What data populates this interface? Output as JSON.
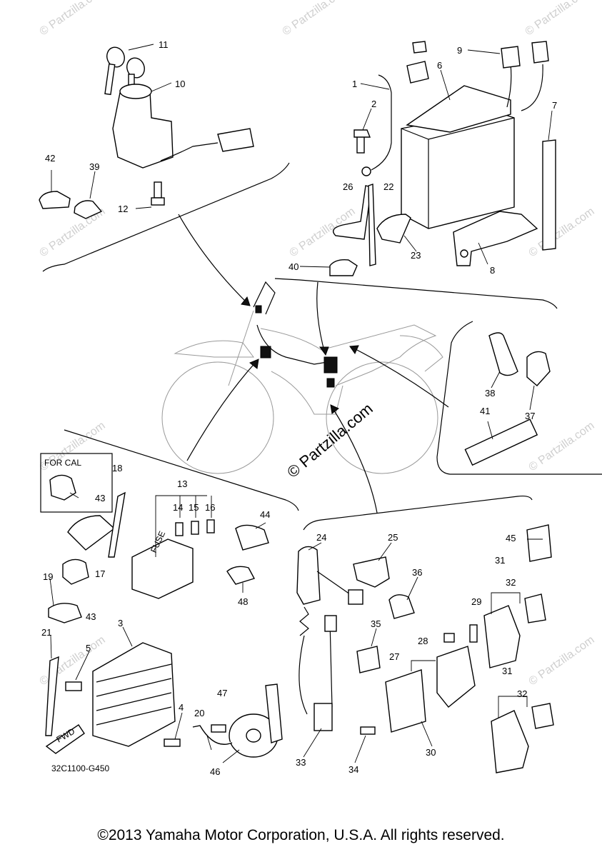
{
  "callouts": [
    "1",
    "2",
    "3",
    "4",
    "5",
    "6",
    "7",
    "8",
    "9",
    "10",
    "11",
    "12",
    "13",
    "14",
    "15",
    "16",
    "17",
    "18",
    "19",
    "20",
    "21",
    "22",
    "23",
    "24",
    "25",
    "26",
    "27",
    "28",
    "29",
    "30",
    "31",
    "31",
    "32",
    "32",
    "33",
    "34",
    "35",
    "36",
    "37",
    "38",
    "39",
    "40",
    "41",
    "42",
    "43",
    "43",
    "44",
    "45",
    "46",
    "47",
    "48"
  ],
  "labels": {
    "for_cal": "FOR CAL",
    "fuse": "FUSE",
    "fwd": "FWD",
    "drawing_code": "32C1100-G450",
    "watermark": "© Partzilla.com",
    "center_watermark": "© Partzilla.com"
  },
  "copyright": "©2013 Yamaha Motor Corporation, U.S.A. All rights reserved."
}
